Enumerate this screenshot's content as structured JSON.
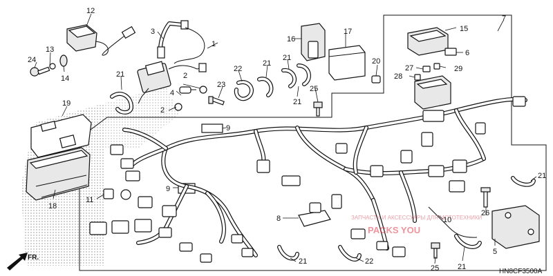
{
  "diagram": {
    "code": "HN8CF3500A",
    "direction_label": "FR.",
    "watermark_main": "PACKS YOU",
    "watermark_sub": "ЗАПЧАСТИ И АКСЕССУАРЫ ДЛЯ МОТОТЕХНИКИ"
  },
  "callouts": [
    {
      "id": "c1",
      "text": "1"
    },
    {
      "id": "c2a",
      "text": "2"
    },
    {
      "id": "c2b",
      "text": "2"
    },
    {
      "id": "c3",
      "text": "3"
    },
    {
      "id": "c4",
      "text": "4"
    },
    {
      "id": "c5",
      "text": "5"
    },
    {
      "id": "c6",
      "text": "6"
    },
    {
      "id": "c7",
      "text": "7"
    },
    {
      "id": "c8",
      "text": "8"
    },
    {
      "id": "c9a",
      "text": "9"
    },
    {
      "id": "c9b",
      "text": "9"
    },
    {
      "id": "c10",
      "text": "10"
    },
    {
      "id": "c11",
      "text": "11"
    },
    {
      "id": "c12",
      "text": "12"
    },
    {
      "id": "c13",
      "text": "13"
    },
    {
      "id": "c14",
      "text": "14"
    },
    {
      "id": "c15",
      "text": "15"
    },
    {
      "id": "c16",
      "text": "16"
    },
    {
      "id": "c17",
      "text": "17"
    },
    {
      "id": "c18",
      "text": "18"
    },
    {
      "id": "c19",
      "text": "19"
    },
    {
      "id": "c20",
      "text": "20"
    },
    {
      "id": "c21a",
      "text": "21"
    },
    {
      "id": "c21b",
      "text": "21"
    },
    {
      "id": "c21c",
      "text": "21"
    },
    {
      "id": "c21d",
      "text": "21"
    },
    {
      "id": "c21e",
      "text": "21"
    },
    {
      "id": "c21f",
      "text": "21"
    },
    {
      "id": "c22a",
      "text": "22"
    },
    {
      "id": "c22b",
      "text": "22"
    },
    {
      "id": "c23",
      "text": "23"
    },
    {
      "id": "c24",
      "text": "24"
    },
    {
      "id": "c25a",
      "text": "25"
    },
    {
      "id": "c25b",
      "text": "25"
    },
    {
      "id": "c26",
      "text": "26"
    },
    {
      "id": "c27",
      "text": "27"
    },
    {
      "id": "c28",
      "text": "28"
    },
    {
      "id": "c29",
      "text": "29"
    }
  ]
}
